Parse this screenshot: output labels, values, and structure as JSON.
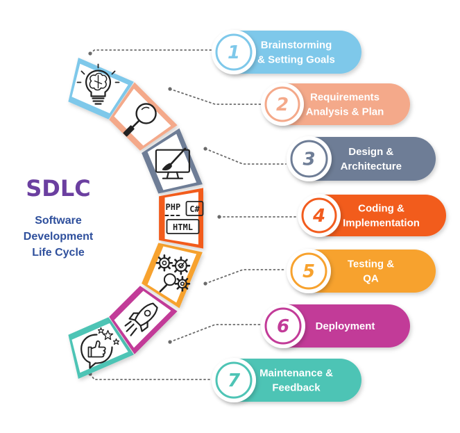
{
  "title": "SDLC",
  "subtitle_lines": [
    "Software",
    "Development",
    "Life Cycle"
  ],
  "steps": [
    {
      "number": "1",
      "label_lines": [
        "Brainstorming",
        "& Setting Goals"
      ],
      "color": "#7ec8ea",
      "icon": "brain-lightbulb-icon"
    },
    {
      "number": "2",
      "label_lines": [
        "Requirements",
        "Analysis & Plan"
      ],
      "color": "#f4a98a",
      "icon": "magnifier-icon"
    },
    {
      "number": "3",
      "label_lines": [
        "Design &",
        "Architecture"
      ],
      "color": "#6e7d96",
      "icon": "monitor-paintbrush-icon"
    },
    {
      "number": "4",
      "label_lines": [
        "Coding &",
        "Implementation"
      ],
      "color": "#f25c1e",
      "icon": "code-php-csharp-html-icon"
    },
    {
      "number": "5",
      "label_lines": [
        "Testing &",
        "QA"
      ],
      "color": "#f7a22e",
      "icon": "gears-check-icon"
    },
    {
      "number": "6",
      "label_lines": [
        "Deployment"
      ],
      "color": "#c23b98",
      "icon": "rocket-icon"
    },
    {
      "number": "7",
      "label_lines": [
        "Maintenance &",
        "Feedback"
      ],
      "color": "#4ec4b5",
      "icon": "thumbs-up-feedback-icon"
    }
  ],
  "icon_text": {
    "php": "PHP",
    "csharp": "C#",
    "html": "HTML"
  }
}
